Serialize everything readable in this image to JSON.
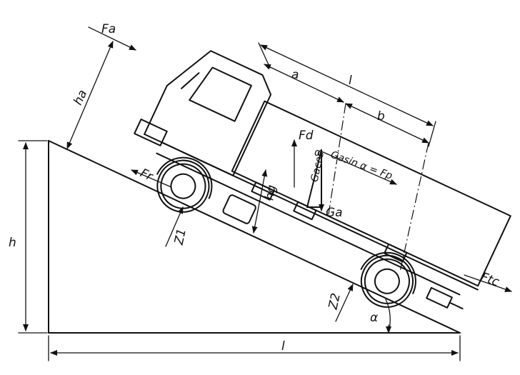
{
  "labels": {
    "Fa": "Fa",
    "ha": "ha",
    "a": "a",
    "l_truck": "l",
    "b": "b",
    "Fd": "Fd",
    "Gacos": "Gacos",
    "alpha_cos": "α",
    "gasin": "Gasin α = Fp",
    "hg": "hg",
    "Fr": "Fr",
    "Ga": "Ga",
    "Z1": "Z1",
    "Z2": "Z2",
    "Ftc": "Ftc",
    "h": "h",
    "alpha": "α",
    "l_base": "l"
  }
}
